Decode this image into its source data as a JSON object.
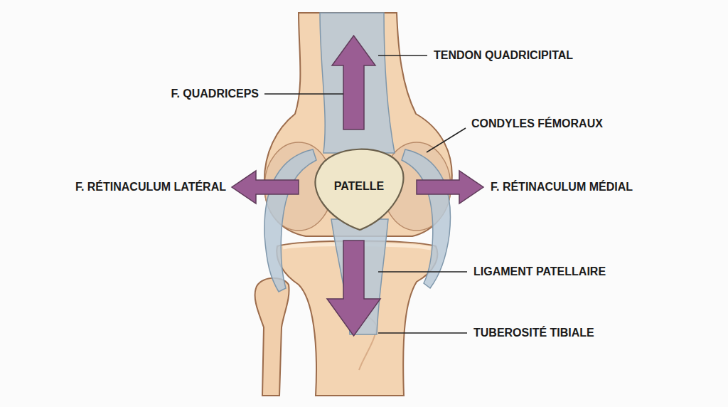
{
  "diagram": {
    "nodes": [
      {
        "text": [
          "PATELLE"
        ]
      }
    ],
    "labels": [
      "TENDON QUADRICIPITAL",
      "F. QUADRICEPS",
      "CONDYLES FÉMORAUX",
      "F. RÉTINACULUM LATÉRAL",
      "F. RÉTINACULUM MÉDIAL",
      "LIGAMENT PATELLAIRE",
      "TUBEROSITÉ TIBIALE"
    ]
  }
}
